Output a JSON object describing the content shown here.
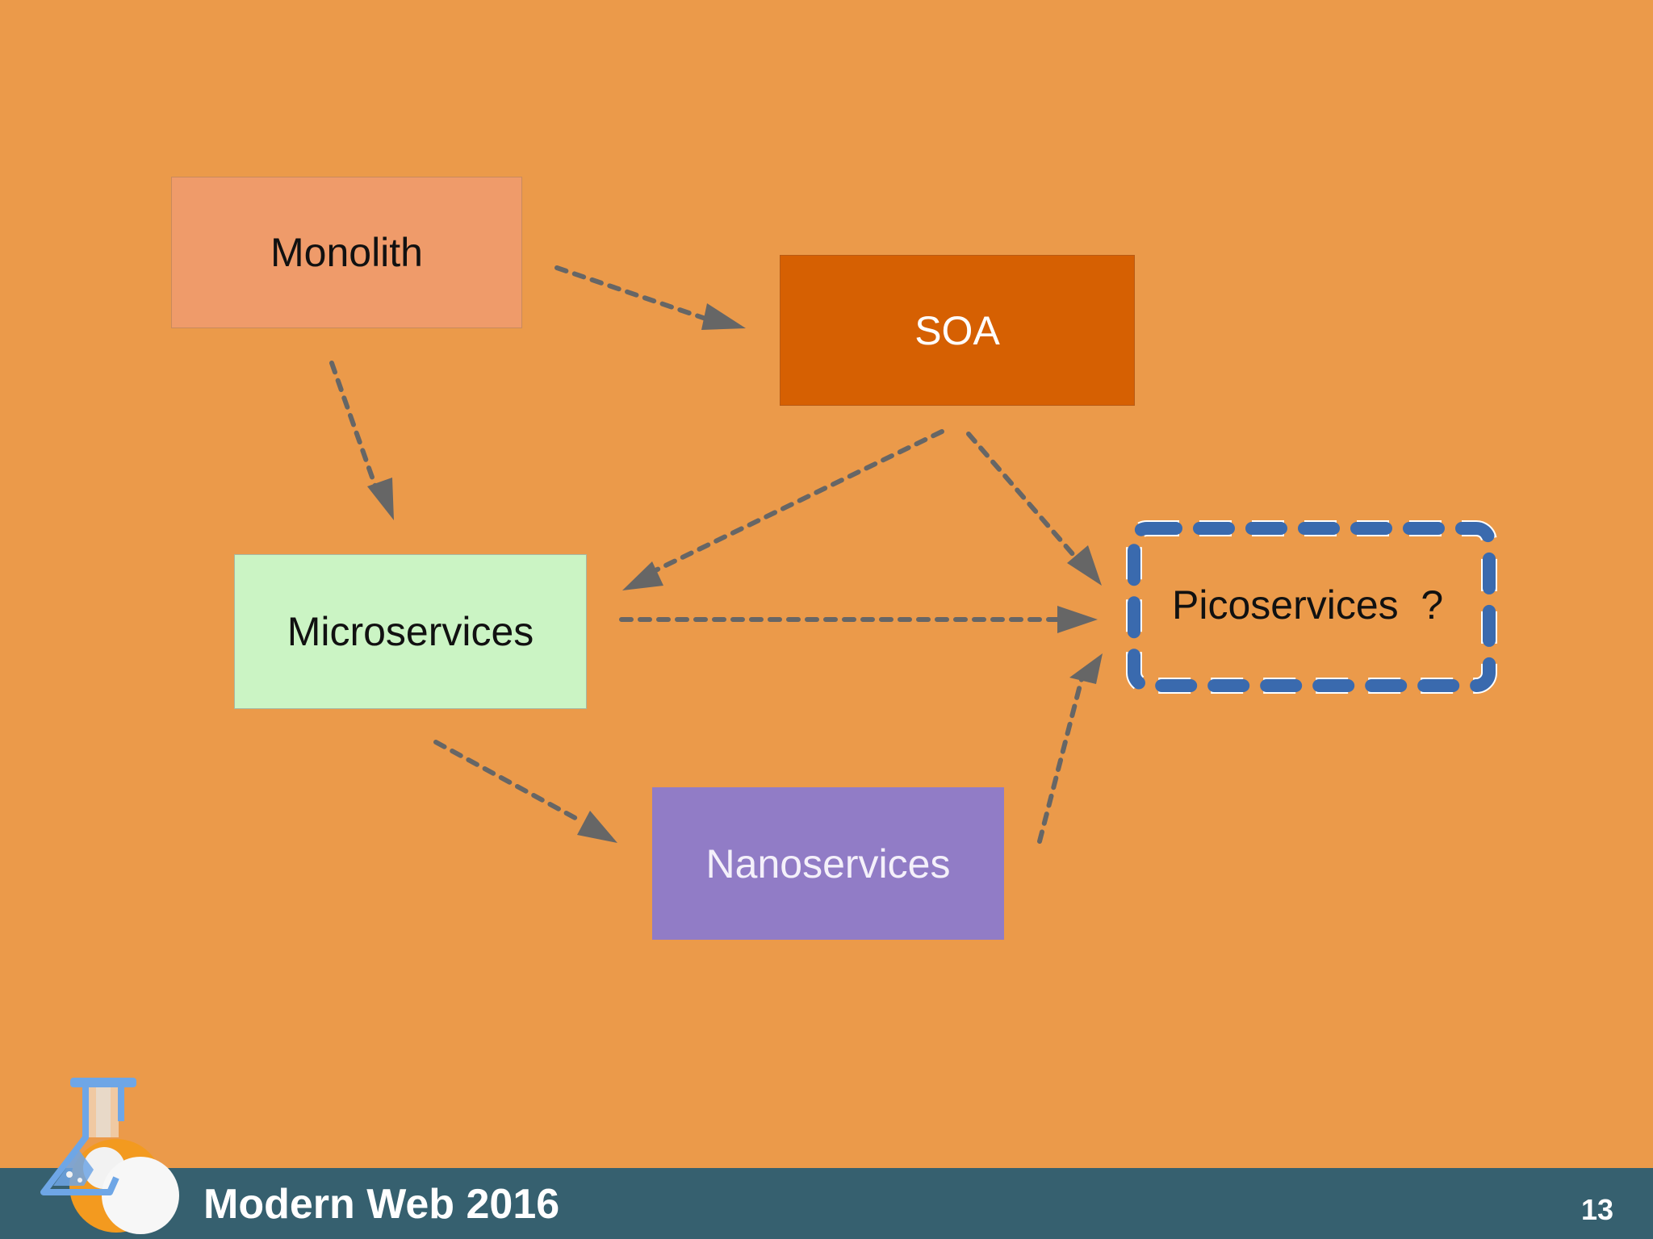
{
  "diagram": {
    "nodes": {
      "monolith": "Monolith",
      "soa": "SOA",
      "microservices": "Microservices",
      "nanoservices": "Nanoservices",
      "picoservices": "Picoservices  ?"
    },
    "edges": [
      {
        "from": "Monolith",
        "to": "SOA",
        "style": "dashed"
      },
      {
        "from": "Monolith",
        "to": "Microservices",
        "style": "dashed"
      },
      {
        "from": "SOA",
        "to": "Microservices",
        "style": "dashed"
      },
      {
        "from": "SOA",
        "to": "Picoservices",
        "style": "dashed"
      },
      {
        "from": "Microservices",
        "to": "Picoservices",
        "style": "dashed"
      },
      {
        "from": "Microservices",
        "to": "Nanoservices",
        "style": "dashed"
      },
      {
        "from": "Nanoservices",
        "to": "Picoservices",
        "style": "dashed"
      }
    ],
    "colors": {
      "background": "#EB9A4A",
      "monolith": "#EF9B6A",
      "soa": "#D66002",
      "microservices": "#CBF4C4",
      "nanoservices": "#917CC6",
      "picoservices_border": "#3A6AAE",
      "arrow": "#666666"
    }
  },
  "footer": {
    "title": "Modern Web 2016",
    "page_number": "13",
    "background": "#36606F",
    "logo_icon": "flask-icon"
  }
}
